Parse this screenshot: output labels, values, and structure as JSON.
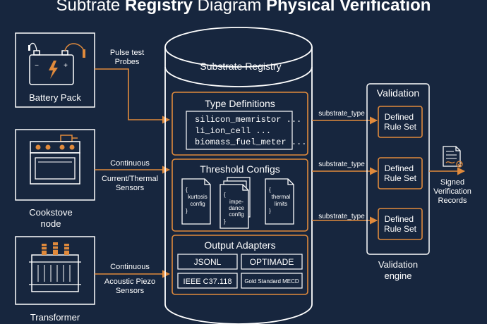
{
  "title": {
    "part1": "Subtrate ",
    "part2": "Registry",
    "part3": " Diagram ",
    "part4": "Physical Verification"
  },
  "inputs": {
    "battery": {
      "label": "Battery Pack",
      "arrow_label_1": "Pulse test",
      "arrow_label_2": "Probes"
    },
    "cookstove": {
      "label_1": "Cookstove",
      "label_2": "node",
      "arrow_label_1": "Continuous",
      "arrow_label_2": "Current/Thermal",
      "arrow_label_3": "Sensors"
    },
    "transformer": {
      "label": "Transformer",
      "arrow_label_1": "Continuous",
      "arrow_label_2": "Acoustic Piezo",
      "arrow_label_3": "Sensors"
    }
  },
  "registry": {
    "title": "Substrate Registry",
    "type_definitions": {
      "title": "Type Definitions",
      "items": [
        "silicon_memristor ...",
        "li_ion_cell ...",
        "biomass_fuel_meter ..."
      ]
    },
    "threshold_configs": {
      "title": "Threshold Configs",
      "docs": [
        {
          "lines": [
            "{",
            "kurtosis",
            "config",
            "}"
          ]
        },
        {
          "lines": [
            "{",
            "impe-",
            "dance",
            "config",
            "}"
          ]
        },
        {
          "lines": [
            "{",
            "thermal",
            "limits",
            "}"
          ]
        }
      ]
    },
    "output_adapters": {
      "title": "Output Adapters",
      "items": [
        "JSONL",
        "OPTIMADE",
        "IEEE C37.118",
        "Gold Standard MECD"
      ]
    }
  },
  "edges": {
    "substrate_type_label": "substrate_type"
  },
  "validation": {
    "title": "Validation",
    "rule_sets": [
      "Defined Rule Set",
      "Defined Rule Set",
      "Defined Rule Set"
    ],
    "engine_label_1": "Validation",
    "engine_label_2": "engine"
  },
  "output": {
    "label_1": "Signed",
    "label_2": "Verification",
    "label_3": "Records"
  },
  "colors": {
    "background": "#17263e",
    "accent": "#e08a3c",
    "line": "#ffffff"
  }
}
